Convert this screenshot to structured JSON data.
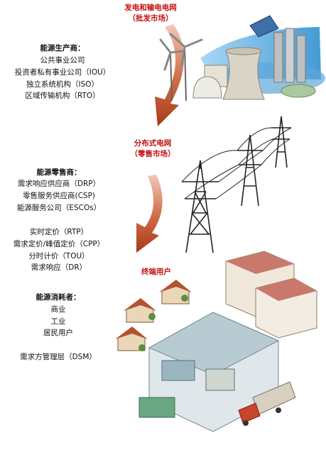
{
  "stages": {
    "wholesale": {
      "title": "发电和输电电网",
      "subtitle": "（批发市场）"
    },
    "distributed": {
      "title": "分布式电网",
      "subtitle": "（零售市场）"
    },
    "end_user": {
      "title": "终端用户"
    }
  },
  "producers": {
    "heading": "能源生产商：",
    "items": [
      "公共事业公司",
      "投资者私有事业公司（IOU）",
      "独立系统机构（ISO）",
      "区域传输机构（RTO）"
    ]
  },
  "retailers": {
    "heading": "能源零售商：",
    "items": [
      "需求响应供应商（DRP）",
      "零售服务供应商(CSP)",
      "能源服务公司（ESCOs）"
    ]
  },
  "pricing": {
    "items": [
      "实时定价（RTP）",
      "需求定价/峰值定价（CPP）",
      "分时计价（TOU）",
      "需求响应（DR）"
    ]
  },
  "consumers": {
    "heading": "能源消耗者：",
    "items": [
      "商业",
      "工业",
      "居民用户",
      "需求方管理层（DSM）"
    ]
  },
  "colors": {
    "accent_red": "#c41010",
    "arrow": "#b8421e",
    "tower": "#222222",
    "sky": "#2f8fd0"
  }
}
